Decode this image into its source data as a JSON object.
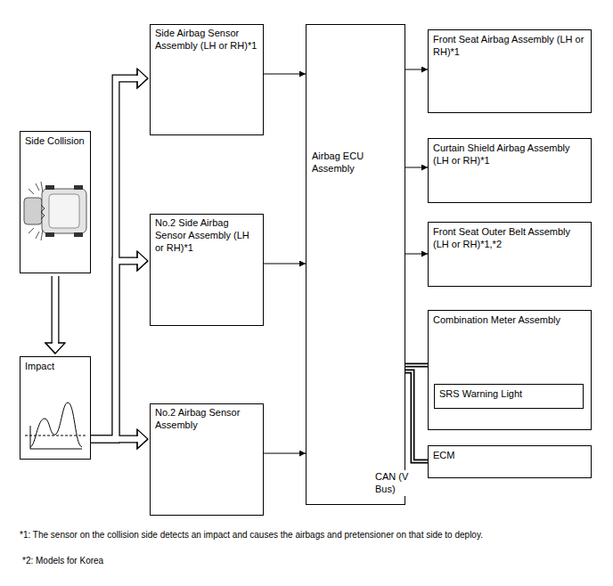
{
  "diagram": {
    "nodes": [
      {
        "text": [
          "Side Collision"
        ]
      },
      {
        "text": [
          "Impact"
        ]
      },
      {
        "text": [
          "Side Airbag Sensor Assembly (LH or RH)*1"
        ]
      },
      {
        "text": [
          "No.2 Side Airbag Sensor Assembly (LH or RH)*1"
        ]
      },
      {
        "text": [
          "No.2 Airbag Sensor Assembly"
        ]
      },
      {
        "text": [
          "Airbag ECU Assembly"
        ]
      },
      {
        "text": [
          "Front Seat Airbag Assembly (LH or RH)*1"
        ]
      },
      {
        "text": [
          "Curtain Shield Airbag Assembly (LH or RH)*1"
        ]
      },
      {
        "text": [
          "Front Seat Outer Belt Assembly (LH or RH)*1,*2"
        ]
      },
      {
        "text": [
          "Combination Meter Assembly"
        ]
      },
      {
        "text": [
          "SRS Warning Light"
        ],
        "in": 9
      },
      {
        "text": [
          "ECM"
        ]
      }
    ],
    "edges": [
      {
        "from": 0,
        "to": 1,
        "arrow": "to"
      },
      {
        "from": 1,
        "to": 2,
        "arrow": "to"
      },
      {
        "from": 1,
        "to": 3,
        "arrow": "to"
      },
      {
        "from": 1,
        "to": 4,
        "arrow": "to"
      },
      {
        "from": 2,
        "to": 5,
        "arrow": "to"
      },
      {
        "from": 3,
        "to": 5,
        "arrow": "to"
      },
      {
        "from": 4,
        "to": 5,
        "arrow": "to"
      },
      {
        "from": 5,
        "to": 6,
        "arrow": "to"
      },
      {
        "from": 5,
        "to": 7,
        "arrow": "to"
      },
      {
        "from": 5,
        "to": 8,
        "arrow": "to"
      },
      {
        "from": 5,
        "to": 9,
        "arrow": "none"
      },
      {
        "from": 5,
        "to": 11,
        "arrow": "none"
      }
    ],
    "labels": [
      "CAN (V Bus)",
      "*1: The sensor on the collision side detects an impact and causes the airbags and pretensioner on that side to deploy.",
      "*2: Models for Korea"
    ]
  }
}
